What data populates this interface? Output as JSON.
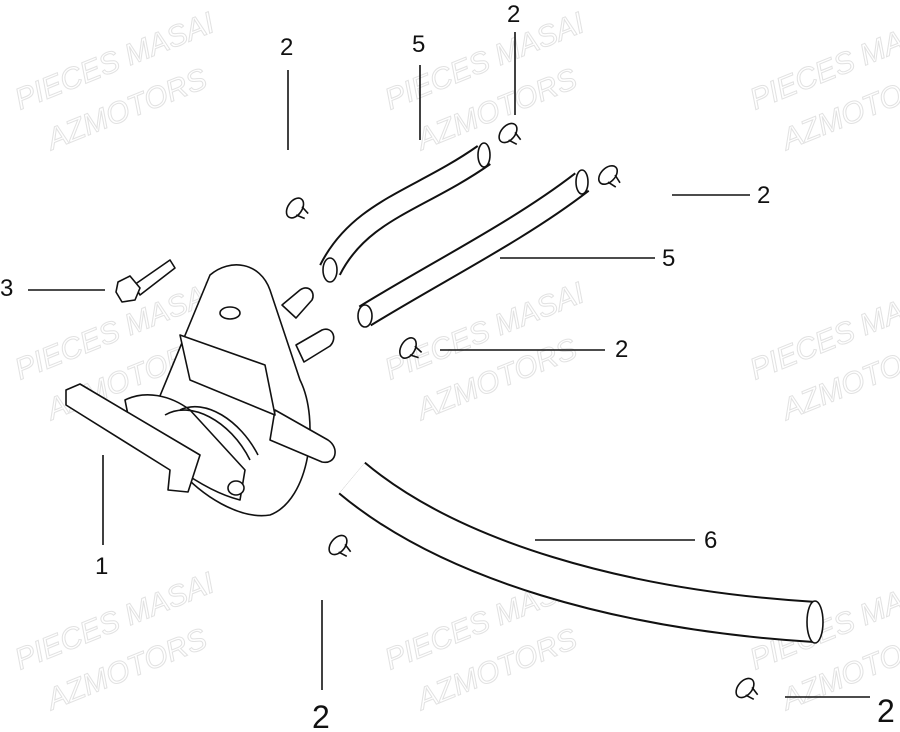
{
  "watermark": {
    "line1": "PIECES MASAI",
    "line2": "AZMOTORS",
    "color": "#e2e2e2"
  },
  "callouts": [
    {
      "part": "2",
      "ref": "clip-upper-left"
    },
    {
      "part": "5",
      "ref": "short-hose"
    },
    {
      "part": "2",
      "ref": "clip-top"
    },
    {
      "part": "2",
      "ref": "clip-upper-right"
    },
    {
      "part": "5",
      "ref": "long-hose"
    },
    {
      "part": "3",
      "ref": "bolt"
    },
    {
      "part": "2",
      "ref": "clip-middle"
    },
    {
      "part": "6",
      "ref": "main-hose"
    },
    {
      "part": "1",
      "ref": "fuel-tap"
    },
    {
      "part": "2",
      "ref": "clip-bottom"
    },
    {
      "part": "2",
      "ref": "clip-bottom-right"
    }
  ]
}
